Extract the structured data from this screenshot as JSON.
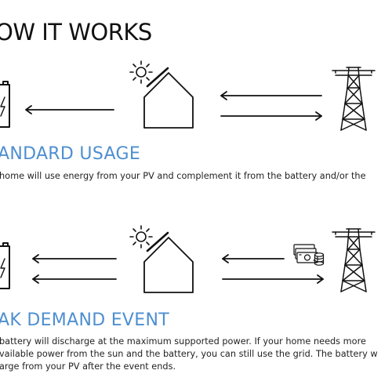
{
  "title": "OW IT WORKS",
  "sections": [
    {
      "heading": "ANDARD USAGE",
      "lines": [
        "home will use energy from your PV and complement it from the battery and/or the"
      ],
      "icons": [
        "battery-icon",
        "sun-icon",
        "house-icon",
        "power-tower-icon"
      ],
      "show_money": false
    },
    {
      "heading": "AK DEMAND EVENT",
      "lines": [
        "battery will discharge at the maximum supported power. If your home needs more",
        "vailable power from the sun and the battery, you can still use the grid. The battery w",
        "arge from your PV after the event ends."
      ],
      "icons": [
        "battery-icon",
        "sun-icon",
        "house-icon",
        "money-icon",
        "power-tower-icon"
      ],
      "show_money": true
    }
  ]
}
